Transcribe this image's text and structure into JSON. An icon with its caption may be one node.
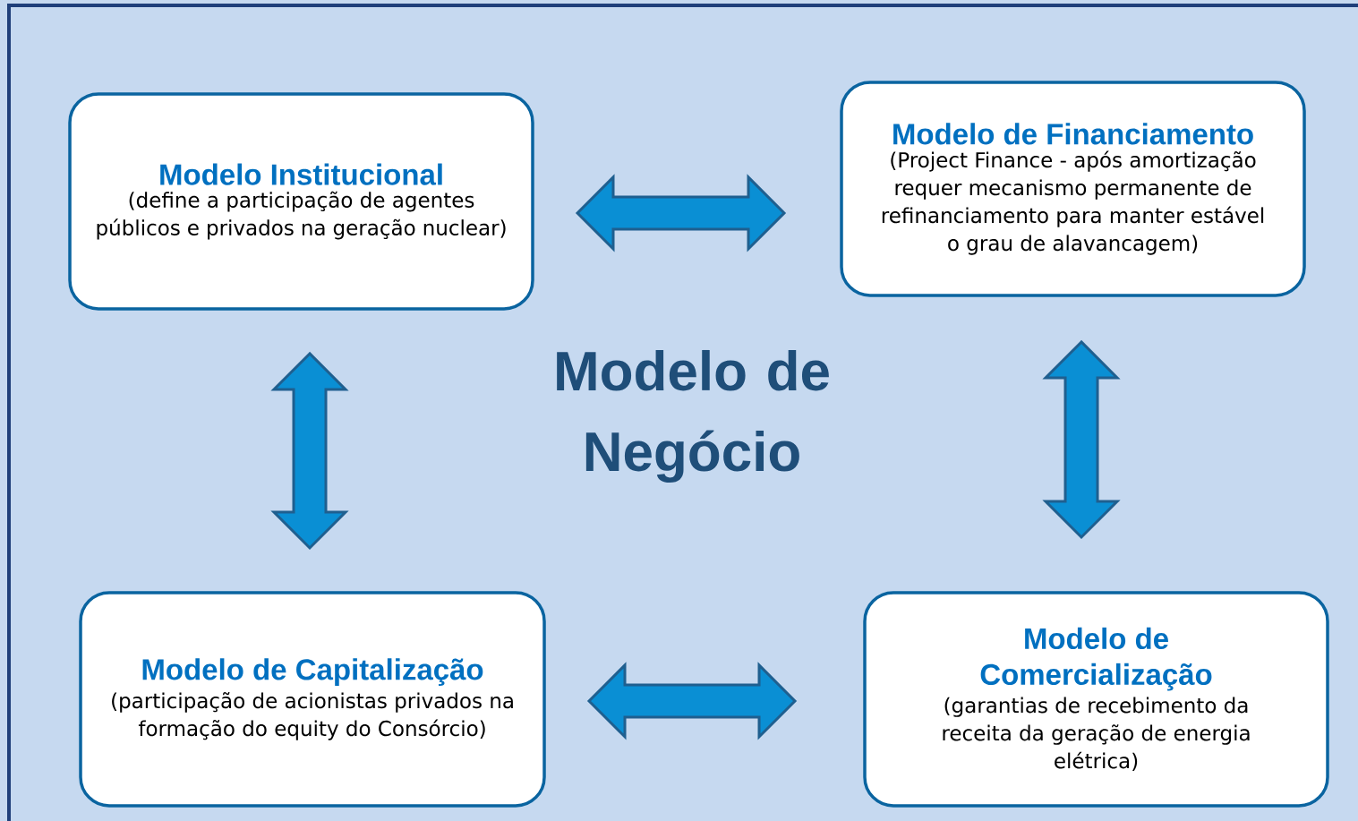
{
  "diagram": {
    "title": "Modelo de Negócio",
    "nodes": [
      {
        "text": [
          "Modelo Institucional",
          "(define a participação de agentes públicos e privados na geração nuclear)"
        ]
      },
      {
        "text": [
          "Modelo de Financiamento",
          "(Project Finance - após amortização requer mecanismo permanente de refinanciamento para manter estável o grau de alavancagem)"
        ]
      },
      {
        "text": [
          "Modelo de Capitalização",
          "(participação de acionistas privados na formação do equity do Consórcio)"
        ]
      },
      {
        "text": [
          "Modelo de Comercialização",
          "(garantias de recebimento da receita da geração de energia elétrica)"
        ]
      }
    ],
    "edges": [
      {
        "from": 0,
        "to": 1,
        "arrow": "both"
      },
      {
        "from": 0,
        "to": 2,
        "arrow": "both"
      },
      {
        "from": 1,
        "to": 3,
        "arrow": "both"
      },
      {
        "from": 2,
        "to": 3,
        "arrow": "both"
      }
    ]
  }
}
